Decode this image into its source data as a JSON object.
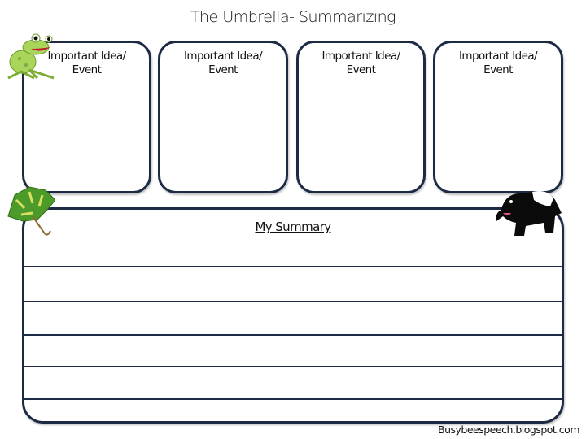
{
  "title": "The Umbrella- Summarizing",
  "idea_boxes": [
    {
      "label_line1": "Important Idea/",
      "label_line2": "Event"
    },
    {
      "label_line1": "Important Idea/",
      "label_line2": "Event"
    },
    {
      "label_line1": "Important Idea/",
      "label_line2": "Event"
    },
    {
      "label_line1": "Important Idea/",
      "label_line2": "Event"
    }
  ],
  "summary": {
    "title": "My Summary",
    "line_count": 5
  },
  "footer": "Busybeespeech.blogspot.com",
  "colors": {
    "border": "#1c2a44"
  }
}
